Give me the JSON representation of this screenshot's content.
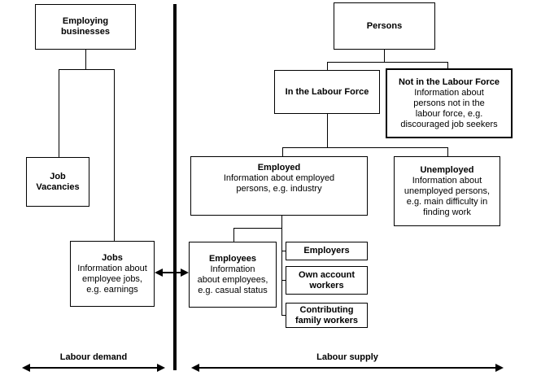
{
  "diagram": {
    "boxes": {
      "employing_businesses": {
        "title": "Employing businesses",
        "body_lines": []
      },
      "job_vacancies": {
        "title": "Job Vacancies",
        "body_lines": []
      },
      "jobs": {
        "title": "Jobs",
        "body_lines": [
          "Information about",
          "employee jobs,",
          "e.g. earnings"
        ]
      },
      "persons": {
        "title": "Persons",
        "body_lines": []
      },
      "in_labour_force": {
        "title": "In the Labour Force",
        "body_lines": []
      },
      "not_in_labour_force": {
        "title": "Not in the Labour Force",
        "body_lines": [
          "Information about",
          "persons not in the",
          "labour force, e.g.",
          "discouraged job seekers"
        ]
      },
      "employed": {
        "title": "Employed",
        "body_lines": [
          "Information about employed",
          "persons, e.g. industry"
        ]
      },
      "unemployed": {
        "title": "Unemployed",
        "body_lines": [
          "Information about",
          "unemployed persons,",
          "e.g. main difficulty in",
          "finding work"
        ]
      },
      "employees": {
        "title": "Employees",
        "body_lines": [
          "Information",
          "about employees,",
          "e.g. casual status"
        ]
      },
      "employers": {
        "title": "Employers",
        "body_lines": []
      },
      "own_account_workers": {
        "title": "Own account workers",
        "body_lines": []
      },
      "contributing_family_workers": {
        "title": "Contributing family workers",
        "body_lines": []
      }
    },
    "axis_labels": {
      "labour_demand": "Labour demand",
      "labour_supply": "Labour supply"
    },
    "colors": {
      "line": "#000000",
      "background": "#ffffff"
    }
  }
}
